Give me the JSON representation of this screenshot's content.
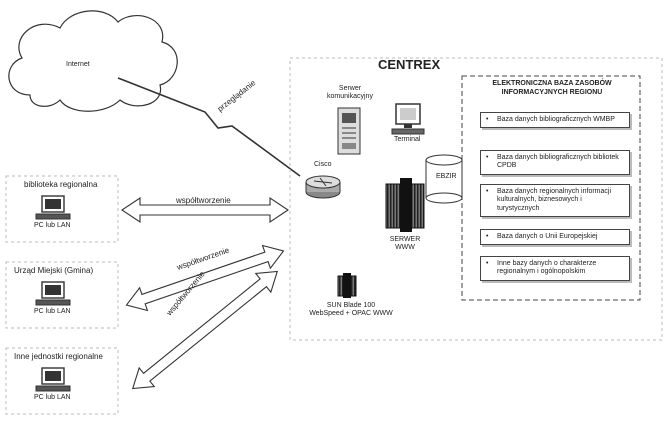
{
  "internet": {
    "label": "Internet"
  },
  "centrex": {
    "title": "CENTREX",
    "server_comm": [
      "Serwer",
      "komunikacyjny"
    ],
    "terminal": "Terminal",
    "cisco": "Cisco",
    "ebzir": "EBZIR",
    "server_www": [
      "SERWER",
      "WWW"
    ],
    "sun": [
      "SUN Blade 100",
      "WebSpeed + OPAC WWW"
    ]
  },
  "database": {
    "title": [
      "ELEKTRONICZNA BAZA ZASOBÓW",
      "INFORMACYJNYCH REGIONU"
    ],
    "items": [
      "Baza danych bibliograficznych WMBP",
      "Baza danych bibliograficznych bibliotek CPDB",
      "Baza danych regionalnych informacji kulturalnych, biznesowych i turystycznych",
      "Baza danych o Unii Europejskiej",
      "Inne bazy danych o charakterze regionalnym i ogólnopolskim"
    ]
  },
  "units": [
    {
      "title": "biblioteka regionalna",
      "pc": "PC lub LAN"
    },
    {
      "title": "Urząd Miejski (Gmina)",
      "pc": "PC lub LAN"
    },
    {
      "title": "Inne jednostki regionalne",
      "pc": "PC lub LAN"
    }
  ],
  "links": {
    "browse": "przeglądanie",
    "coop": "współtworzenie"
  }
}
